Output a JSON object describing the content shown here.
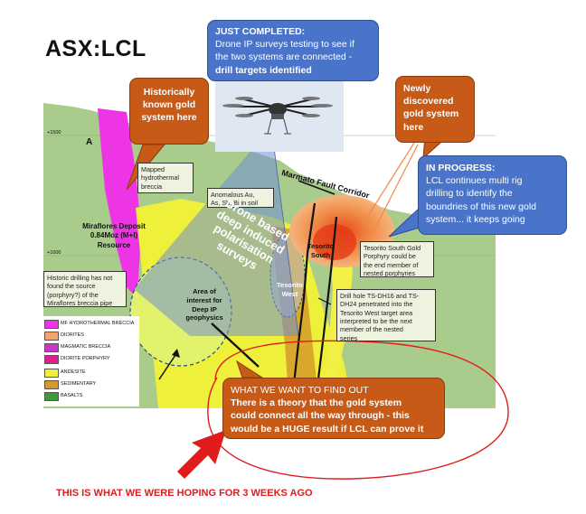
{
  "ticker": "ASX:LCL",
  "callouts": {
    "just_completed": {
      "title": "JUST COMPLETED:",
      "lines": [
        "Drone IP surveys testing to see if",
        "the two systems are connected -",
        "drill targets identified"
      ]
    },
    "historic": {
      "lines": [
        "Historically",
        "known gold",
        "system here"
      ]
    },
    "newly": {
      "lines": [
        "Newly",
        "discovered",
        "gold system",
        "here"
      ]
    },
    "in_progress": {
      "title": "IN PROGRESS:",
      "lines": [
        "LCL continues multi rig",
        "drilling to identify the",
        "boundries of this new gold",
        "system... it keeps going"
      ]
    },
    "find_out": {
      "title": "WHAT WE WANT TO FIND OUT",
      "lines": [
        "There is a theory that the gold system",
        "could connect all the way through - this",
        "would be a HUGE result if LCL can prove it"
      ]
    }
  },
  "section": {
    "section_letter": "A",
    "elev_upper": "+1500",
    "elev_lower": "+1000",
    "fault_label": "Marmato Fault Corridor",
    "miraflores": [
      "Miraflores Deposit",
      "0.84Moz (M+I)",
      "Resource"
    ],
    "mapped_breccia": [
      "Mapped",
      "hydrothermal",
      "breccia"
    ],
    "anomalous": [
      "Anomalous Au,",
      "As, Sb, Bi in soil"
    ],
    "drone_text": [
      "Drone based",
      "deep induced",
      "polarisation",
      "surveys"
    ],
    "area_interest": [
      "Area of",
      "interest for",
      "Deep IP",
      "geophysics"
    ],
    "tesorito_south": [
      "Tesorito",
      "South"
    ],
    "tesorito_west": [
      "Tesorito",
      "West"
    ],
    "tesorito_porphyry_note": [
      "Tesorito South Gold",
      "Porphyry could be",
      "the end member of",
      "nested porphyries"
    ],
    "drillhole_note": [
      "Drill hole TS-DH16 and TS-",
      "DH24 penetrated into the",
      "Tesorito West target area",
      "interpreted to be the next",
      "member of the nested",
      "series"
    ],
    "historic_drilling_note": [
      "Historic drilling has not",
      "found the source",
      "(porphyry?) of the",
      "Miraflores breccia pipe"
    ]
  },
  "legend": [
    {
      "label": "MF HYDROTHERMAL BRECCIA",
      "color": "#ee35e6"
    },
    {
      "label": "DIORITES",
      "color": "#f6a36a"
    },
    {
      "label": "MAGMATIC BRECCIA",
      "color": "#c837c8"
    },
    {
      "label": "DIORITE PORPHYRY",
      "color": "#e0208a"
    },
    {
      "label": "ANDESITE",
      "color": "#f1f038"
    },
    {
      "label": "SEDIMENTARY",
      "color": "#d69a2b"
    },
    {
      "label": "BASALTS",
      "color": "#3c9a3a"
    }
  ],
  "footer": "THIS IS WHAT WE WERE HOPING FOR 3 WEEKS AGO",
  "colors": {
    "callout_blue": "#4a74c9",
    "callout_orange": "#c85a18",
    "background_green": "#a7c98a",
    "annotation_red": "#e01b1b"
  }
}
